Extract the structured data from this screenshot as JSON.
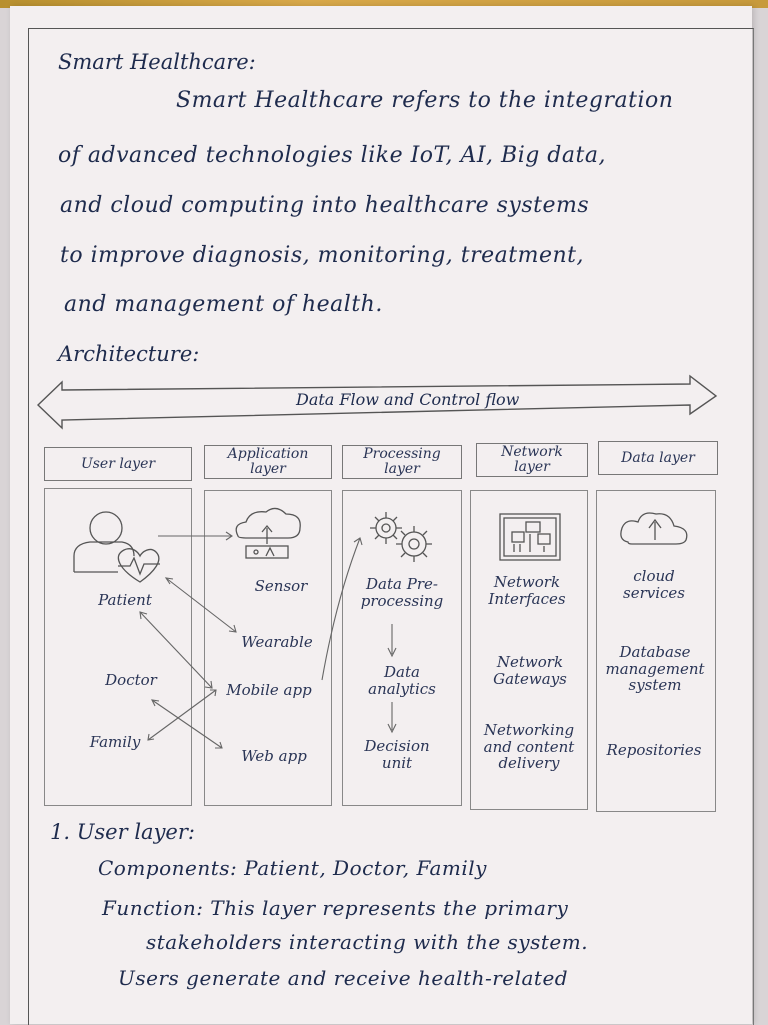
{
  "title": "Smart Healthcare:",
  "intro_lines": [
    "Smart Healthcare refers to the integration",
    "of advanced technologies like IoT, AI, Big data,",
    "and cloud computing into healthcare systems",
    "to improve diagnosis, monitoring, treatment,",
    "and management of health."
  ],
  "architecture_heading": "Architecture:",
  "flow_label": "Data Flow and Control flow",
  "diagram": {
    "user_layer": {
      "header": "User layer",
      "items": [
        "Patient",
        "Doctor",
        "Family"
      ]
    },
    "application_layer": {
      "header": "Application layer",
      "items": [
        "Sensor",
        "Wearable",
        "Mobile app",
        "Web app"
      ]
    },
    "processing_layer": {
      "header": "Processing layer",
      "items": [
        "Data Pre-processing",
        "Data analytics",
        "Decision unit"
      ]
    },
    "network_layer": {
      "header": "Network layer",
      "items": [
        "Network Interfaces",
        "Network Gateways",
        "Networking and content delivery"
      ]
    },
    "data_layer": {
      "header": "Data layer",
      "items": [
        "cloud services",
        "Database management system",
        "Repositories"
      ]
    },
    "icons": [
      "patient-heart-icon",
      "cloud-sensor-icon",
      "gears-icon",
      "network-board-icon",
      "cloud-upload-icon"
    ]
  },
  "section1": {
    "heading": "1. User layer:",
    "components": "Components: Patient, Doctor, Family",
    "function_lines": [
      "Function: This layer represents the primary",
      "stakeholders interacting with the system.",
      "Users generate and receive health-related"
    ]
  },
  "colors": {
    "ink": "#1e2b4d",
    "pencil": "#555555",
    "paper": "#f3eff0"
  }
}
